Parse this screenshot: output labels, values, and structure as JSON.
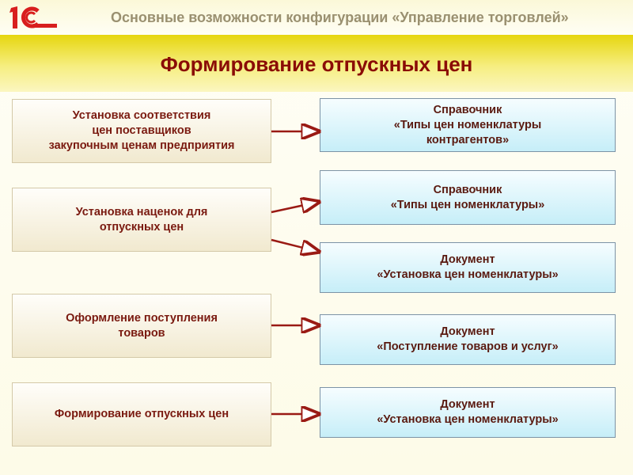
{
  "header": {
    "subtitle": "Основные возможности конфигурации «Управление торговлей»",
    "title": "Формирование отпускных цен",
    "logo": "1C"
  },
  "left": [
    {
      "lines": [
        "Установка соответствия",
        "цен поставщиков",
        "закупочным ценам предприятия"
      ]
    },
    {
      "lines": [
        "Установка наценок для",
        "отпускных цен"
      ]
    },
    {
      "lines": [
        "Оформление поступления",
        "товаров"
      ]
    },
    {
      "lines": [
        "Формирование отпускных цен"
      ]
    }
  ],
  "right": [
    {
      "lines": [
        "Справочник",
        "«Типы цен номенклатуры",
        "контрагентов»"
      ]
    },
    {
      "lines": [
        "Справочник",
        "«Типы цен номенклатуры»"
      ]
    },
    {
      "lines": [
        "Документ",
        "«Установка цен номенклатуры»"
      ]
    },
    {
      "lines": [
        "Документ",
        "«Поступление товаров и услуг»"
      ]
    },
    {
      "lines": [
        "Документ",
        "«Установка цен номенклатуры»"
      ]
    }
  ],
  "colors": {
    "arrow": "#9a1a14",
    "title": "#8a0c06"
  }
}
